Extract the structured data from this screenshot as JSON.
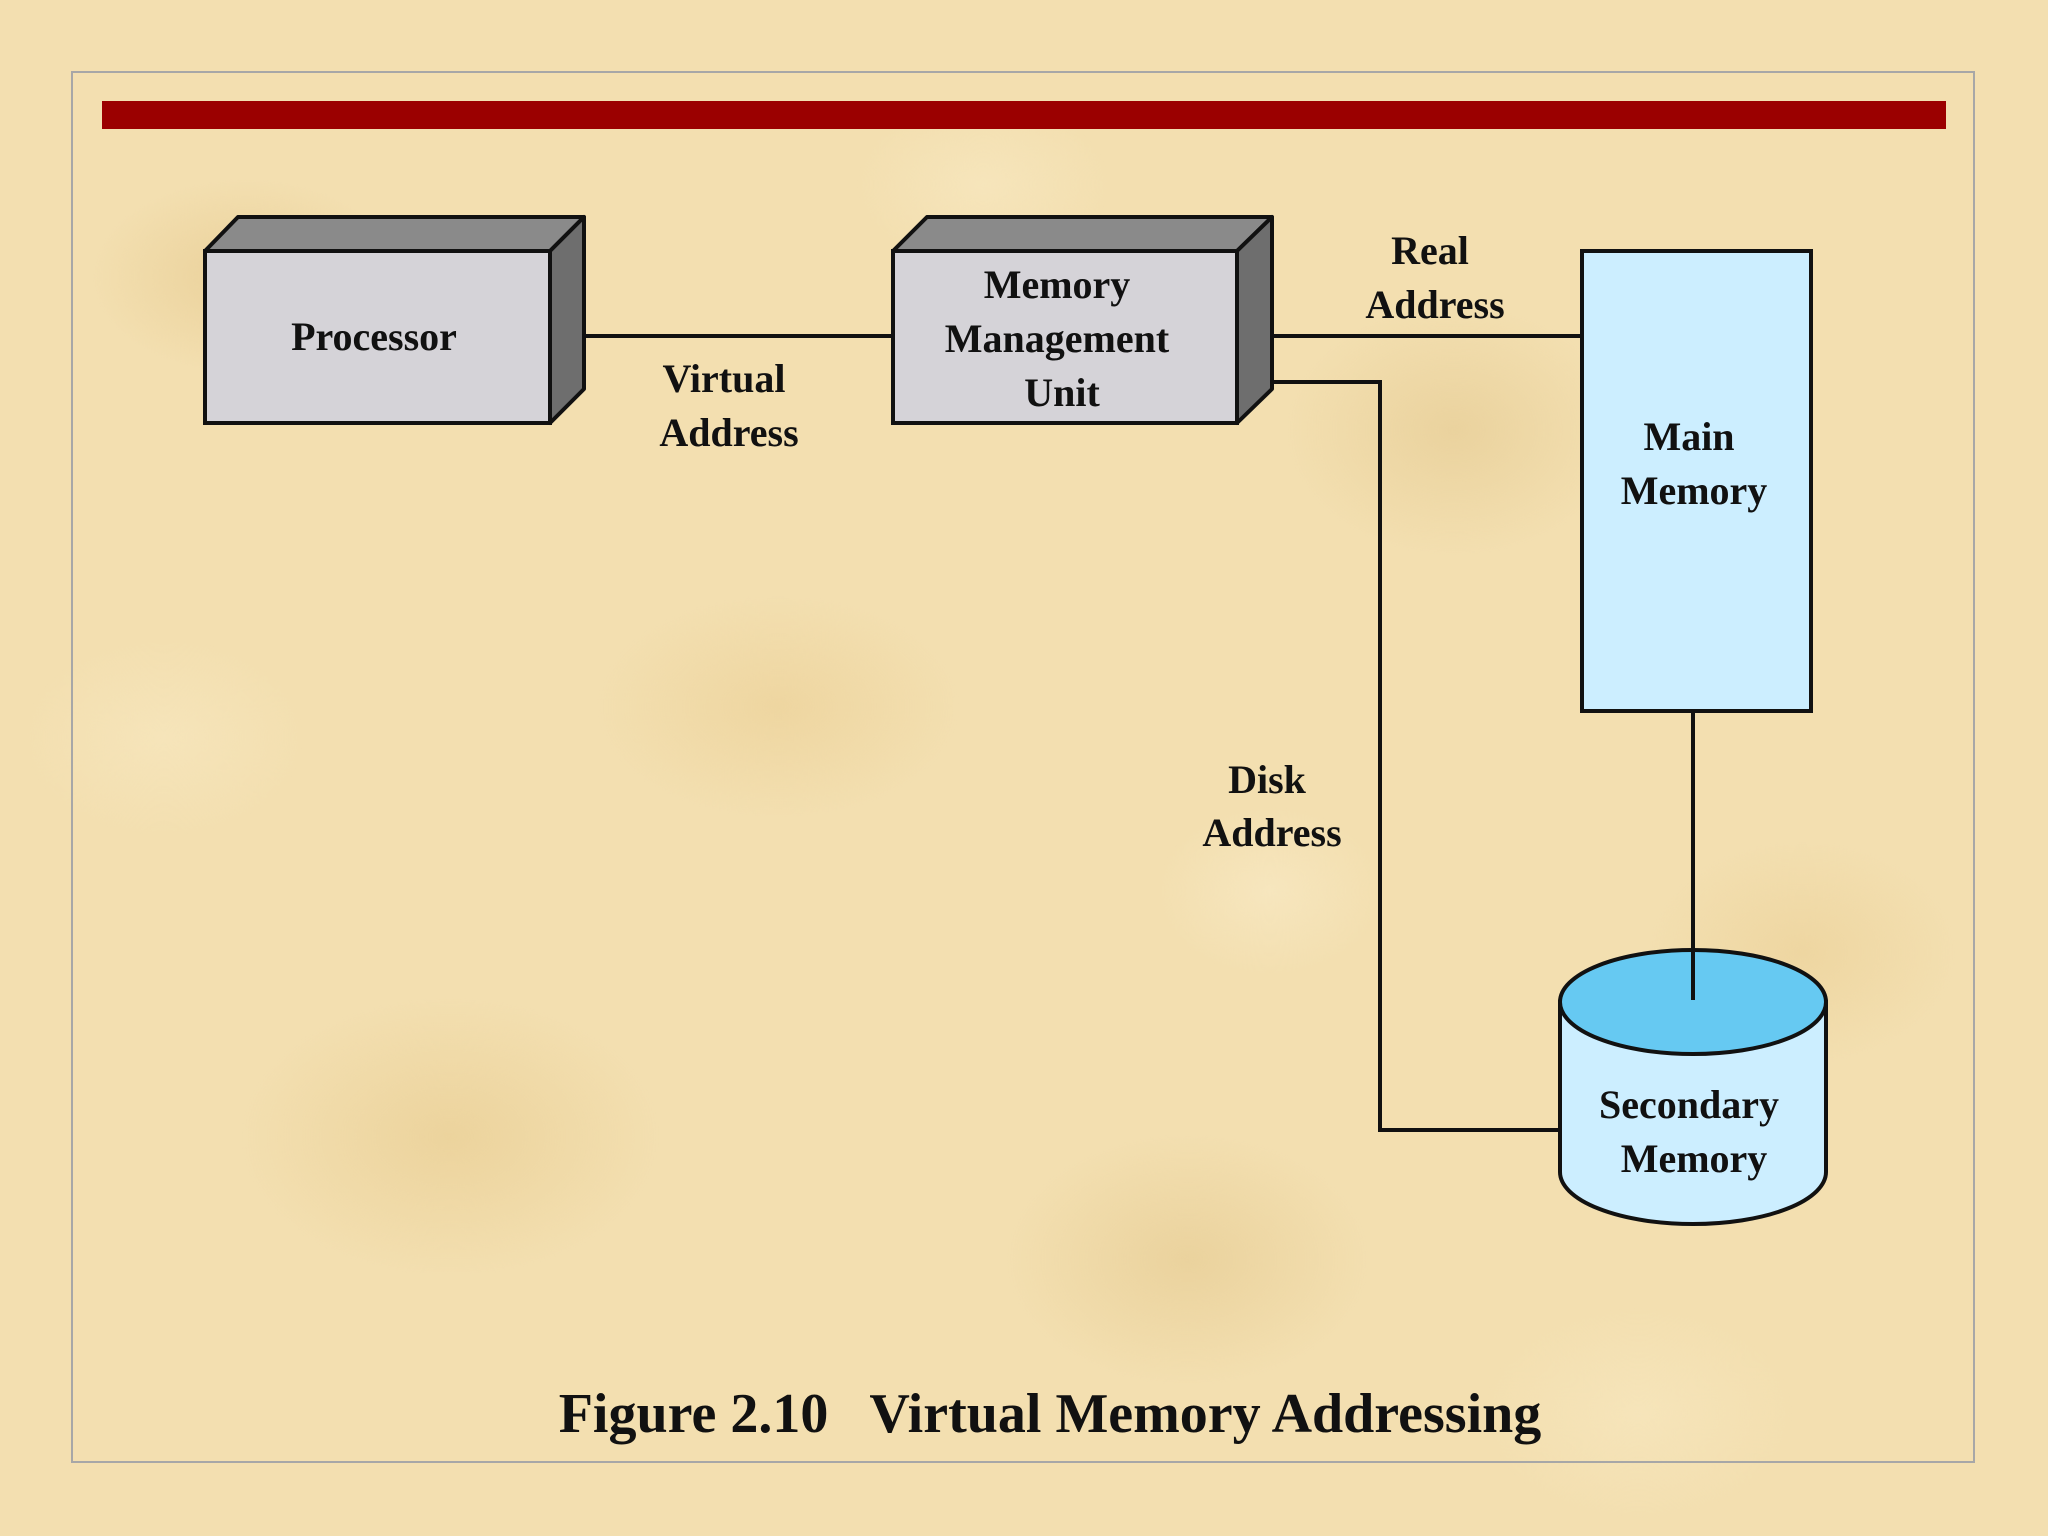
{
  "diagram": {
    "nodes": {
      "processor": {
        "lines": [
          "Processor"
        ]
      },
      "mmu": {
        "lines": [
          "Memory",
          "Management",
          "Unit"
        ]
      },
      "main_memory": {
        "lines": [
          "Main",
          "Memory"
        ]
      },
      "secondary_memory": {
        "lines": [
          "Secondary",
          "Memory"
        ]
      }
    },
    "edges": {
      "virtual_address": {
        "lines": [
          "Virtual",
          "Address"
        ]
      },
      "real_address": {
        "lines": [
          "Real",
          "Address"
        ]
      },
      "disk_address": {
        "lines": [
          "Disk",
          "Address"
        ]
      }
    },
    "colors": {
      "title_bar": "#9b0000",
      "box_face": "#d5d3d8",
      "box_side": "#6e6e6e",
      "box_top": "#8a8a8a",
      "main_memory_fill": "#cceeff",
      "cylinder_body": "#cceeff",
      "cylinder_top": "#66c9f2",
      "stroke": "#111111"
    }
  },
  "caption": {
    "number": "Figure 2.10",
    "title": "Virtual Memory Addressing"
  }
}
